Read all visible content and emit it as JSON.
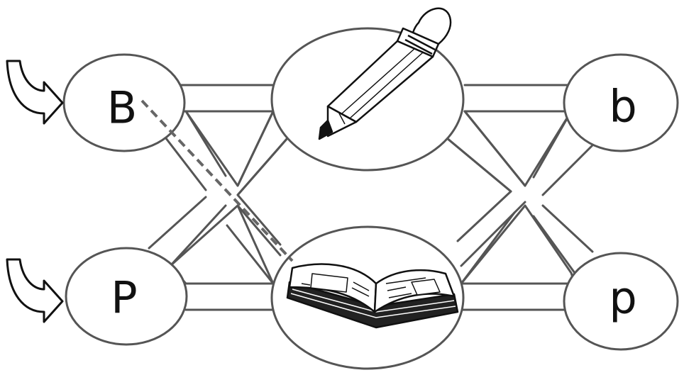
{
  "worksheet": {
    "letters": {
      "left_top": "B",
      "left_bottom": "P",
      "right_top": "b",
      "right_bottom": "p"
    },
    "pictures": {
      "top_center": "pencil-icon",
      "bottom_center": "open-book-icon"
    },
    "start_arrows": [
      "start-arrow-top",
      "start-arrow-bottom"
    ],
    "example_path": {
      "from": "B",
      "to": "book"
    },
    "colors": {
      "ink": "#111111",
      "maze_line": "#555555",
      "background": "#ffffff"
    }
  }
}
